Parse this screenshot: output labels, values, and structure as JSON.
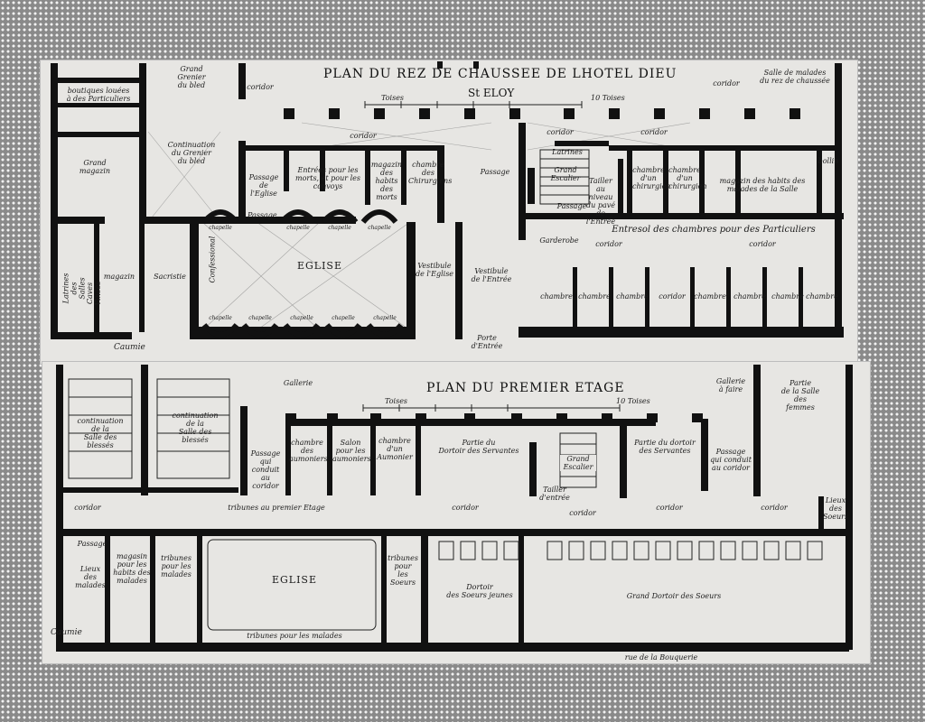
{
  "top_plan": {
    "title": "PLAN DU REZ DE CHAUSSEE DE LHOTEL DIEU",
    "subtitle": "St ELOY",
    "scale_start": "Toises",
    "scale_end": "10 Toises",
    "signature": "Caumie",
    "rooms": {
      "grand_grenier": "Grand\nGrenier\ndu bled",
      "boutiques": "boutiques louées\nà des Particuliers",
      "continuation_grenier": "Continuation\ndu Grenier\ndu bled",
      "grand_magazin": "Grand\nmagazin",
      "magazin": "magazin",
      "latrines_sallet": "Latrines des Salles",
      "caves_vi": "Caves Vinées",
      "sacristie": "Sacristie",
      "passage_eglise": "Passage\nde\nl'Eglise",
      "entrees_morts": "Entrées pour les\nmorts, et pour les convoys",
      "magazin_habits": "magazin\ndes\nhabits des morts",
      "chambre_chirurgiens_1": "chambre\ndes\nChirurgiens",
      "chapelle": "chapelle",
      "chapelles_bottom": [
        "chapelle",
        "chapelle",
        "chapelle",
        "chapelle",
        "chapelle"
      ],
      "eglise": "EGLISE",
      "confession": "Confessional",
      "vestibule_eglise": "Vestibule\nde l'Eglise",
      "vestibule_entree": "Vestibule\nde l'Entrée",
      "porte_entree": "Porte\nd'Entrée",
      "passage_1": "Passage",
      "coridor_top": "coridor",
      "coridor_mid": "coridor",
      "coridor_right1": "coridor",
      "coridor_right2": "coridor",
      "latrines_top": "Latrines",
      "grand_escalier": "Grand\nEscalier",
      "passage_2": "Passage",
      "tailler": "Tailler\nau\nniveau\ndu pavé\nde l'Entrée",
      "chambre_chirurgiens_2": "chambre\nd'un\nchirurgien",
      "chambre_chirurgiens_3": "chambre\nd'un\nchirurgien",
      "magazin_habits_malades": "magazin des habits des\nmalades de la Salle",
      "bollin": "bollin",
      "salle_malades": "Salle de malades\ndu rez de chaussée",
      "garderobe": "Garderobe",
      "entresol": "Entresol des chambres pour des Particuliers",
      "coridor_entresol1": "coridor",
      "coridor_entresol2": "coridor",
      "chambres_row": [
        "chambre",
        "chambre",
        "chambre",
        "coridor",
        "chambre",
        "chambre",
        "chambre",
        "chambre"
      ]
    }
  },
  "bottom_plan": {
    "title": "PLAN DU PREMIER ETAGE",
    "scale_start": "Toises",
    "scale_end": "10 Toises",
    "signature": "Caumie",
    "rooms": {
      "gallerie": "Gallerie",
      "gallerie_a_faire": "Gallerie\nà faire",
      "continuation_salle_blesses": "continuation\nde la\nSalle des\nblessés",
      "continuation_salle_bottes": "continuation\nde la\nSalle des\nblessés",
      "passage_coridor": "Passage\nqui conduit\nau coridor",
      "chambre_aumoniers": "chambre\ndes\naumoniers",
      "salon_aumoniers": "Salon\npour les\naumoniers",
      "chambre_aumonier": "chambre\nd'un\nAumonier",
      "partie_dortoir_servantes": "Partie du\nDortoir des Servantes",
      "grand_escalier": "Grand\nEscalier",
      "partie_dortoir_servantes2": "Partie du dortoir\ndes Servantes",
      "passage_conduit": "Passage\nqui conduit\nau coridor",
      "partie_salle_femmes": "Partie\nde la Salle\ndes\nfemmes",
      "coridor1": "coridor",
      "tribunes_premier_etage": "tribunes     au     premier     Etage",
      "coridor2": "coridor",
      "coridor3": "coridor",
      "coridor4": "coridor",
      "coridor5": "coridor",
      "tailler_entree": "Tailler\nd'entrée",
      "lieux_soeurs": "Lieux\ndes\nSoeurs",
      "passage_left": "Passage",
      "lieux_malades": "Lieux\ndes\nmalades",
      "magasin_habits": "magasin\npour les\nhabits des\nmalades",
      "tribunes_malades": "tribunes\npour les\nmalades",
      "eglise": "EGLISE",
      "tribunes_soeurs": "tribunes\npour\nles Soeurs",
      "dortoir_jeunes": "Dortoir\ndes Soeurs jeunes",
      "grand_dortoir": "Grand     Dortoir     des     Soeurs",
      "tribunes_bottom": "tribunes     pour     les     malades",
      "rue": "rue de la Bouquerie"
    }
  }
}
